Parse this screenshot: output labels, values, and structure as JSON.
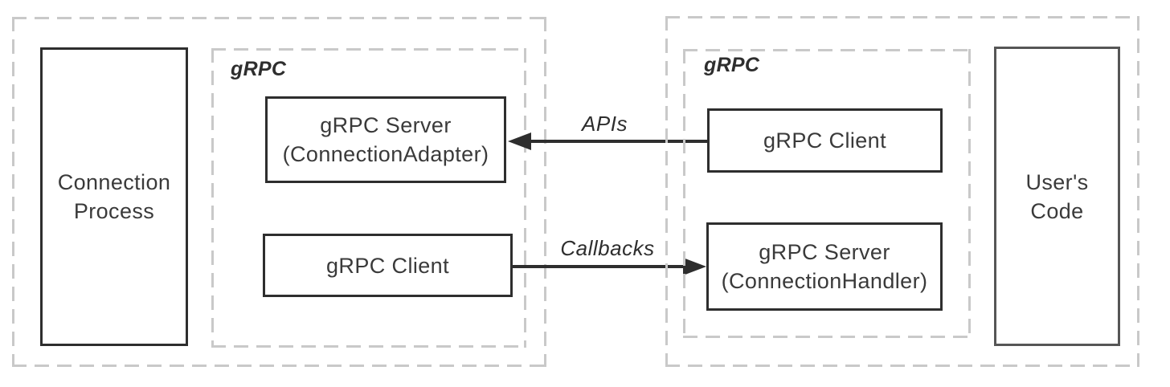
{
  "colors": {
    "box_border": "#2e2e2e",
    "users_code_border": "#565656",
    "dashed_border": "#c9c9c9",
    "text": "#3a3a3a",
    "arrow": "#2e2e2e",
    "background": "#ffffff"
  },
  "left_panel": {
    "process_box_label": "Connection Process",
    "grpc_label": "gRPC",
    "server_box_line1": "gRPC Server",
    "server_box_line2": "(ConnectionAdapter)",
    "client_box_label": "gRPC Client"
  },
  "right_panel": {
    "grpc_label": "gRPC",
    "client_box_label": "gRPC Client",
    "server_box_line1": "gRPC Server",
    "server_box_line2": "(ConnectionHandler)",
    "users_code_box_label": "User's Code"
  },
  "arrows": {
    "apis_label": "APIs",
    "callbacks_label": "Callbacks"
  }
}
